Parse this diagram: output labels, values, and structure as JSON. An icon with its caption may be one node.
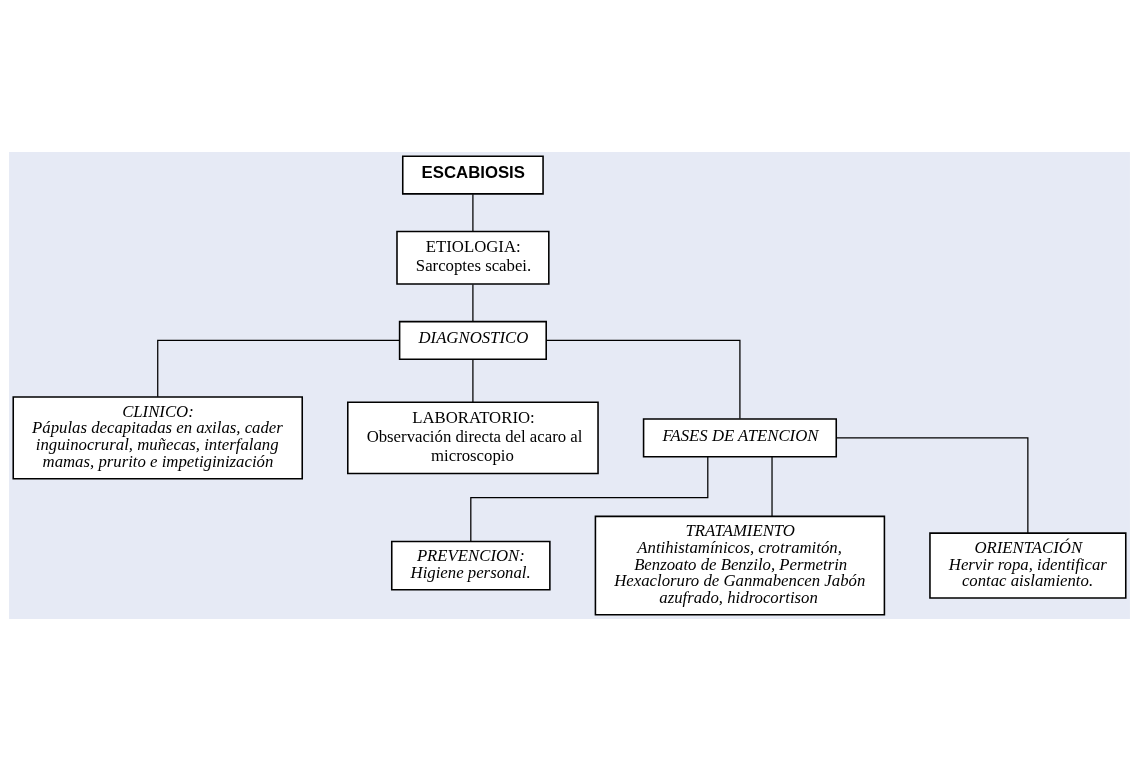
{
  "diagram": {
    "nodes": [
      {
        "text": [
          "ESCABIOSIS"
        ]
      },
      {
        "text": [
          "ETIOLOGIA:",
          "Sarcoptes scabei."
        ]
      },
      {
        "text": [
          "DIAGNOSTICO"
        ]
      },
      {
        "text": [
          "CLINICO:",
          "Pápulas decapitadas en axilas, cader inguinocrural, muñecas, interfalang mamas, prurito e impetiginización"
        ]
      },
      {
        "text": [
          "LABORATORIO:",
          "Observación directa del acaro al microscopio"
        ]
      },
      {
        "text": [
          "FASES DE ATENCION"
        ]
      },
      {
        "text": [
          "PREVENCION:",
          "Higiene personal."
        ]
      },
      {
        "text": [
          "TRATAMIENTO",
          "Antihistamínicos, crotramitón, Benzoato de Benzilo, Permetrin Hexacloruro de Ganmabencen Jabón azufrado, hidrocortison"
        ]
      },
      {
        "text": [
          "ORIENTACIÓN",
          "Hervir ropa, identificar contac aislamiento."
        ]
      }
    ],
    "edges": [
      {
        "from": 0,
        "to": 1,
        "arrow": "none"
      },
      {
        "from": 1,
        "to": 2,
        "arrow": "none"
      },
      {
        "from": 2,
        "to": 3,
        "arrow": "none"
      },
      {
        "from": 2,
        "to": 4,
        "arrow": "none"
      },
      {
        "from": 2,
        "to": 5,
        "arrow": "none"
      },
      {
        "from": 5,
        "to": 6,
        "arrow": "none"
      },
      {
        "from": 5,
        "to": 7,
        "arrow": "none"
      },
      {
        "from": 5,
        "to": 8,
        "arrow": "none"
      }
    ]
  }
}
